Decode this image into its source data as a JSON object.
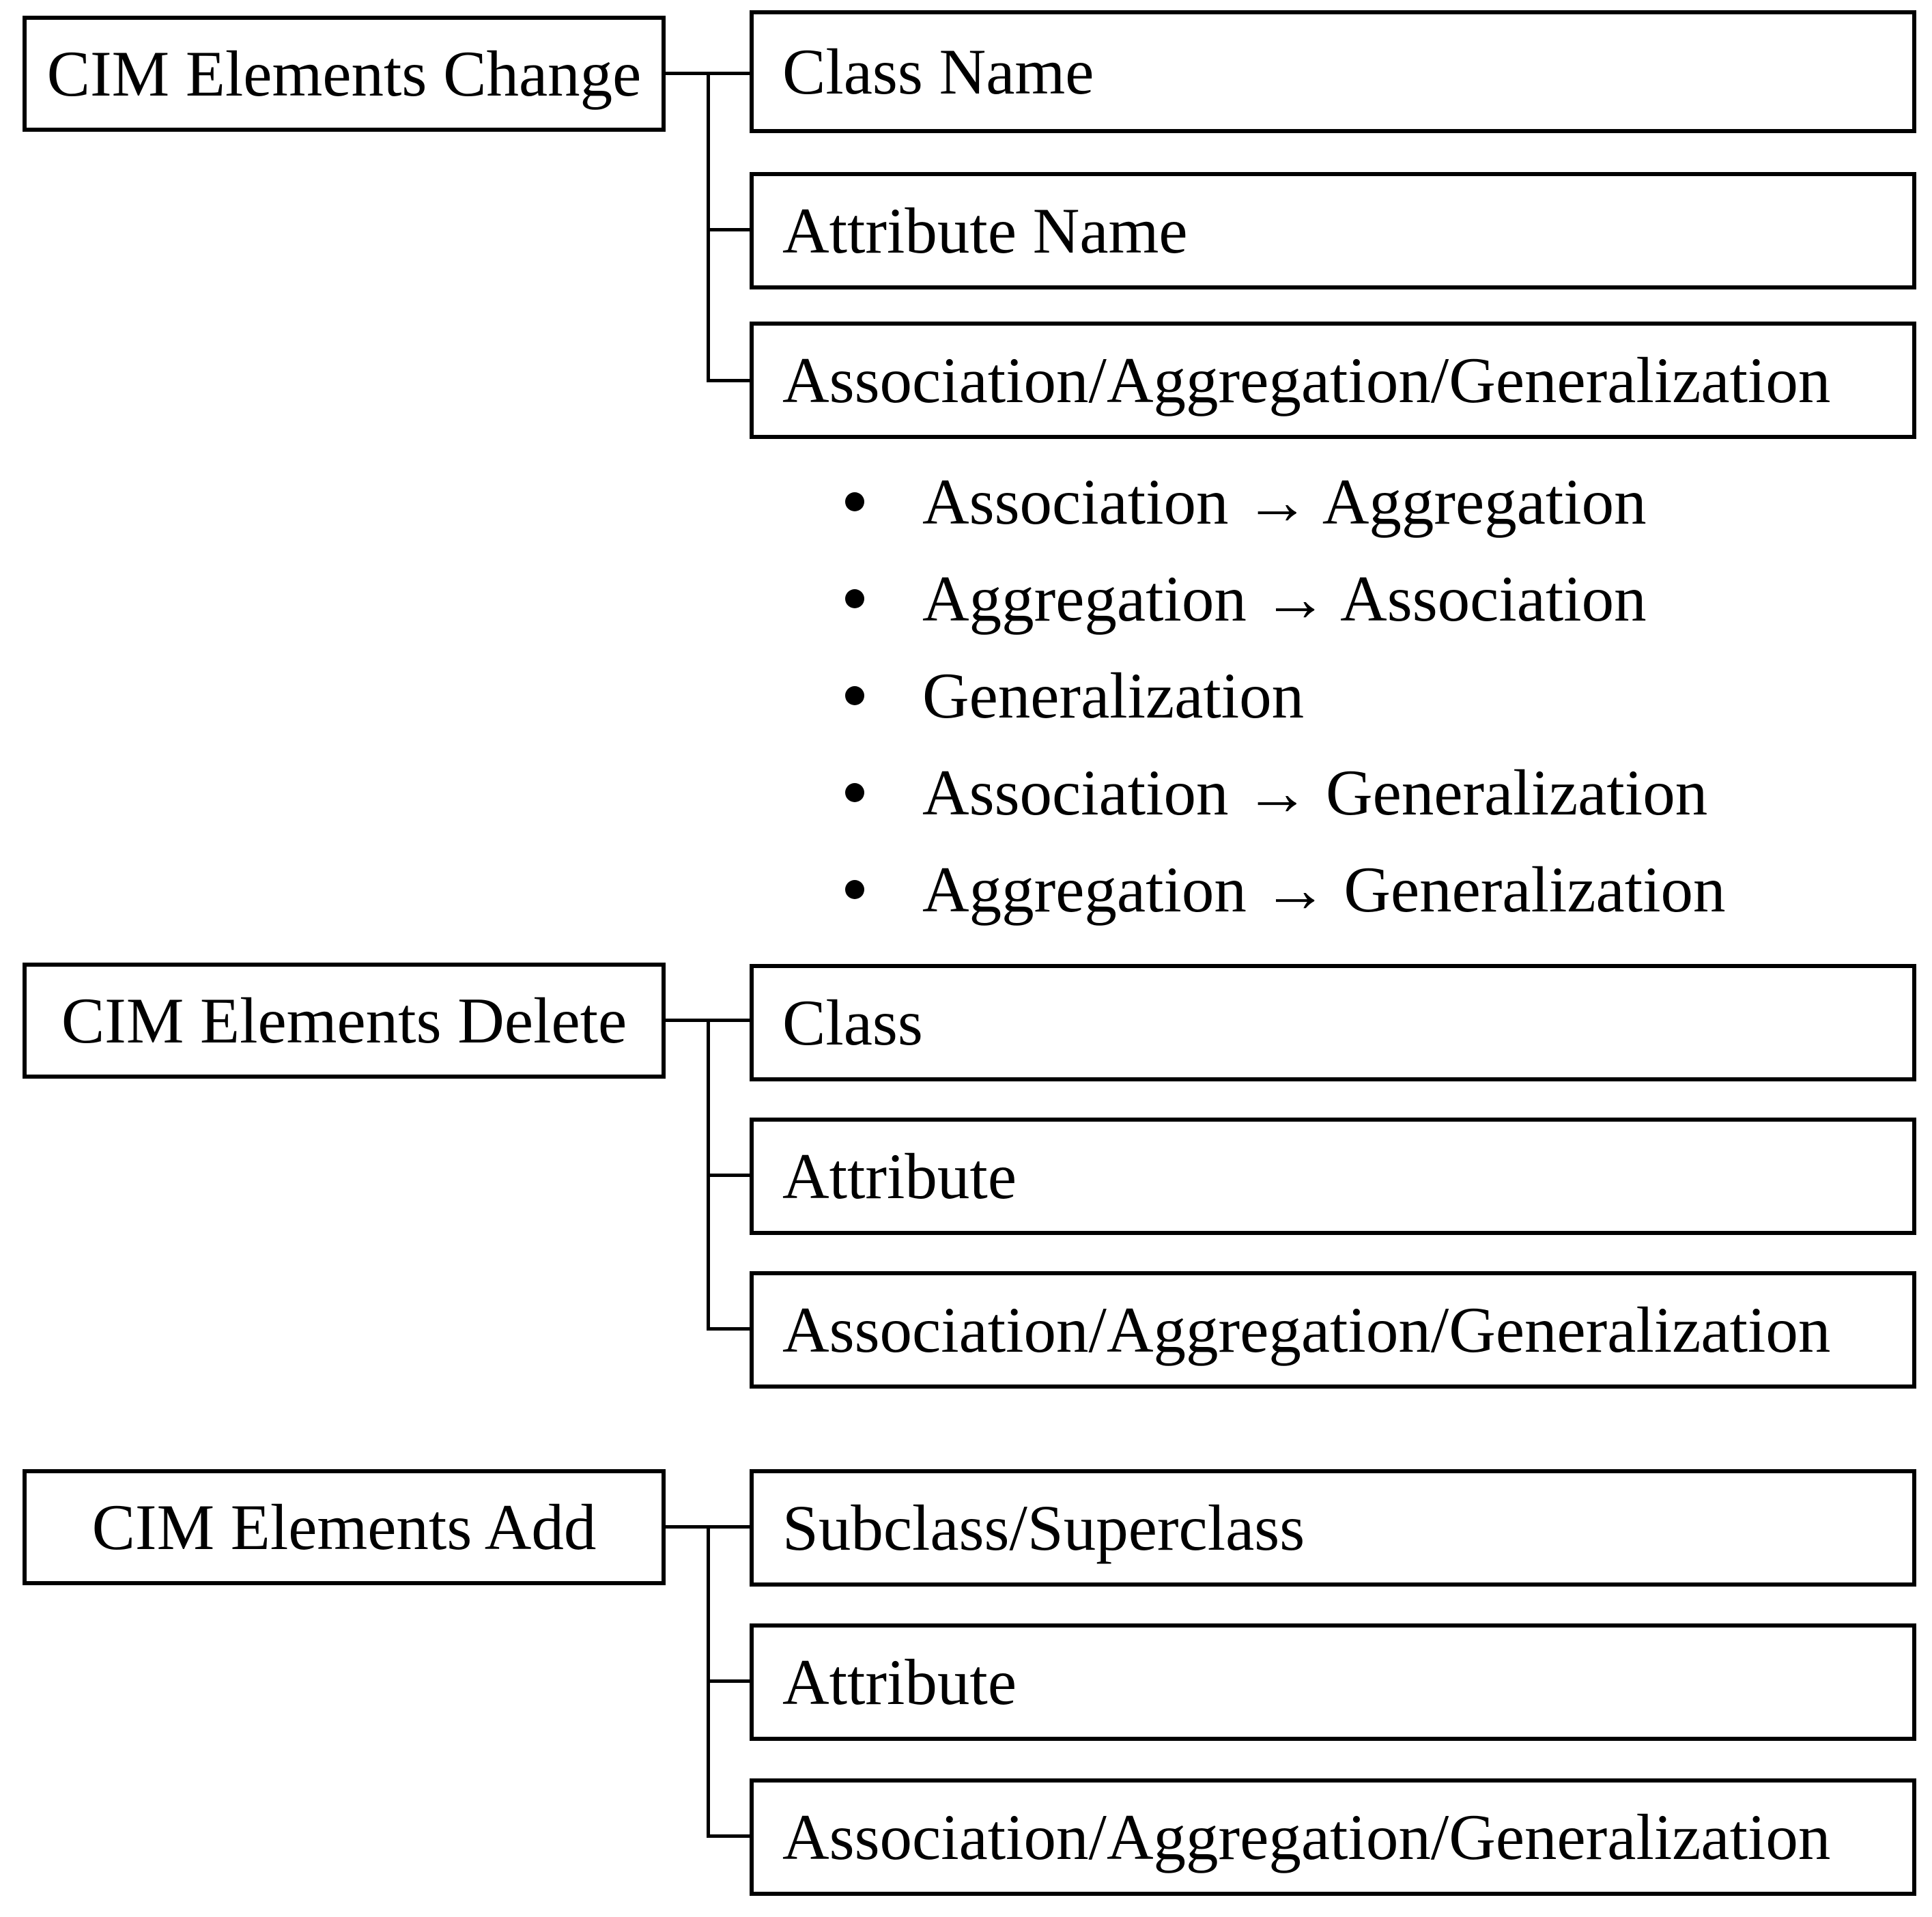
{
  "diagram": {
    "title_visible": false,
    "colors": {
      "background": "#ffffff",
      "line": "#000000",
      "text": "#000000"
    },
    "groups": [
      {
        "label": "CIM Elements Change",
        "children": [
          "Class Name",
          "Attribute Name",
          "Association/Aggregation/Generalization"
        ],
        "bullets": [
          "Association → Aggregation",
          "Aggregation → Association",
          "Generalization",
          "Association → Generalization",
          "Aggregation → Generalization"
        ]
      },
      {
        "label": "CIM Elements Delete",
        "children": [
          "Class",
          "Attribute",
          "Association/Aggregation/Generalization"
        ],
        "bullets": []
      },
      {
        "label": "CIM Elements Add",
        "children": [
          "Subclass/Superclass",
          "Attribute",
          "Association/Aggregation/Generalization"
        ],
        "bullets": []
      }
    ]
  }
}
